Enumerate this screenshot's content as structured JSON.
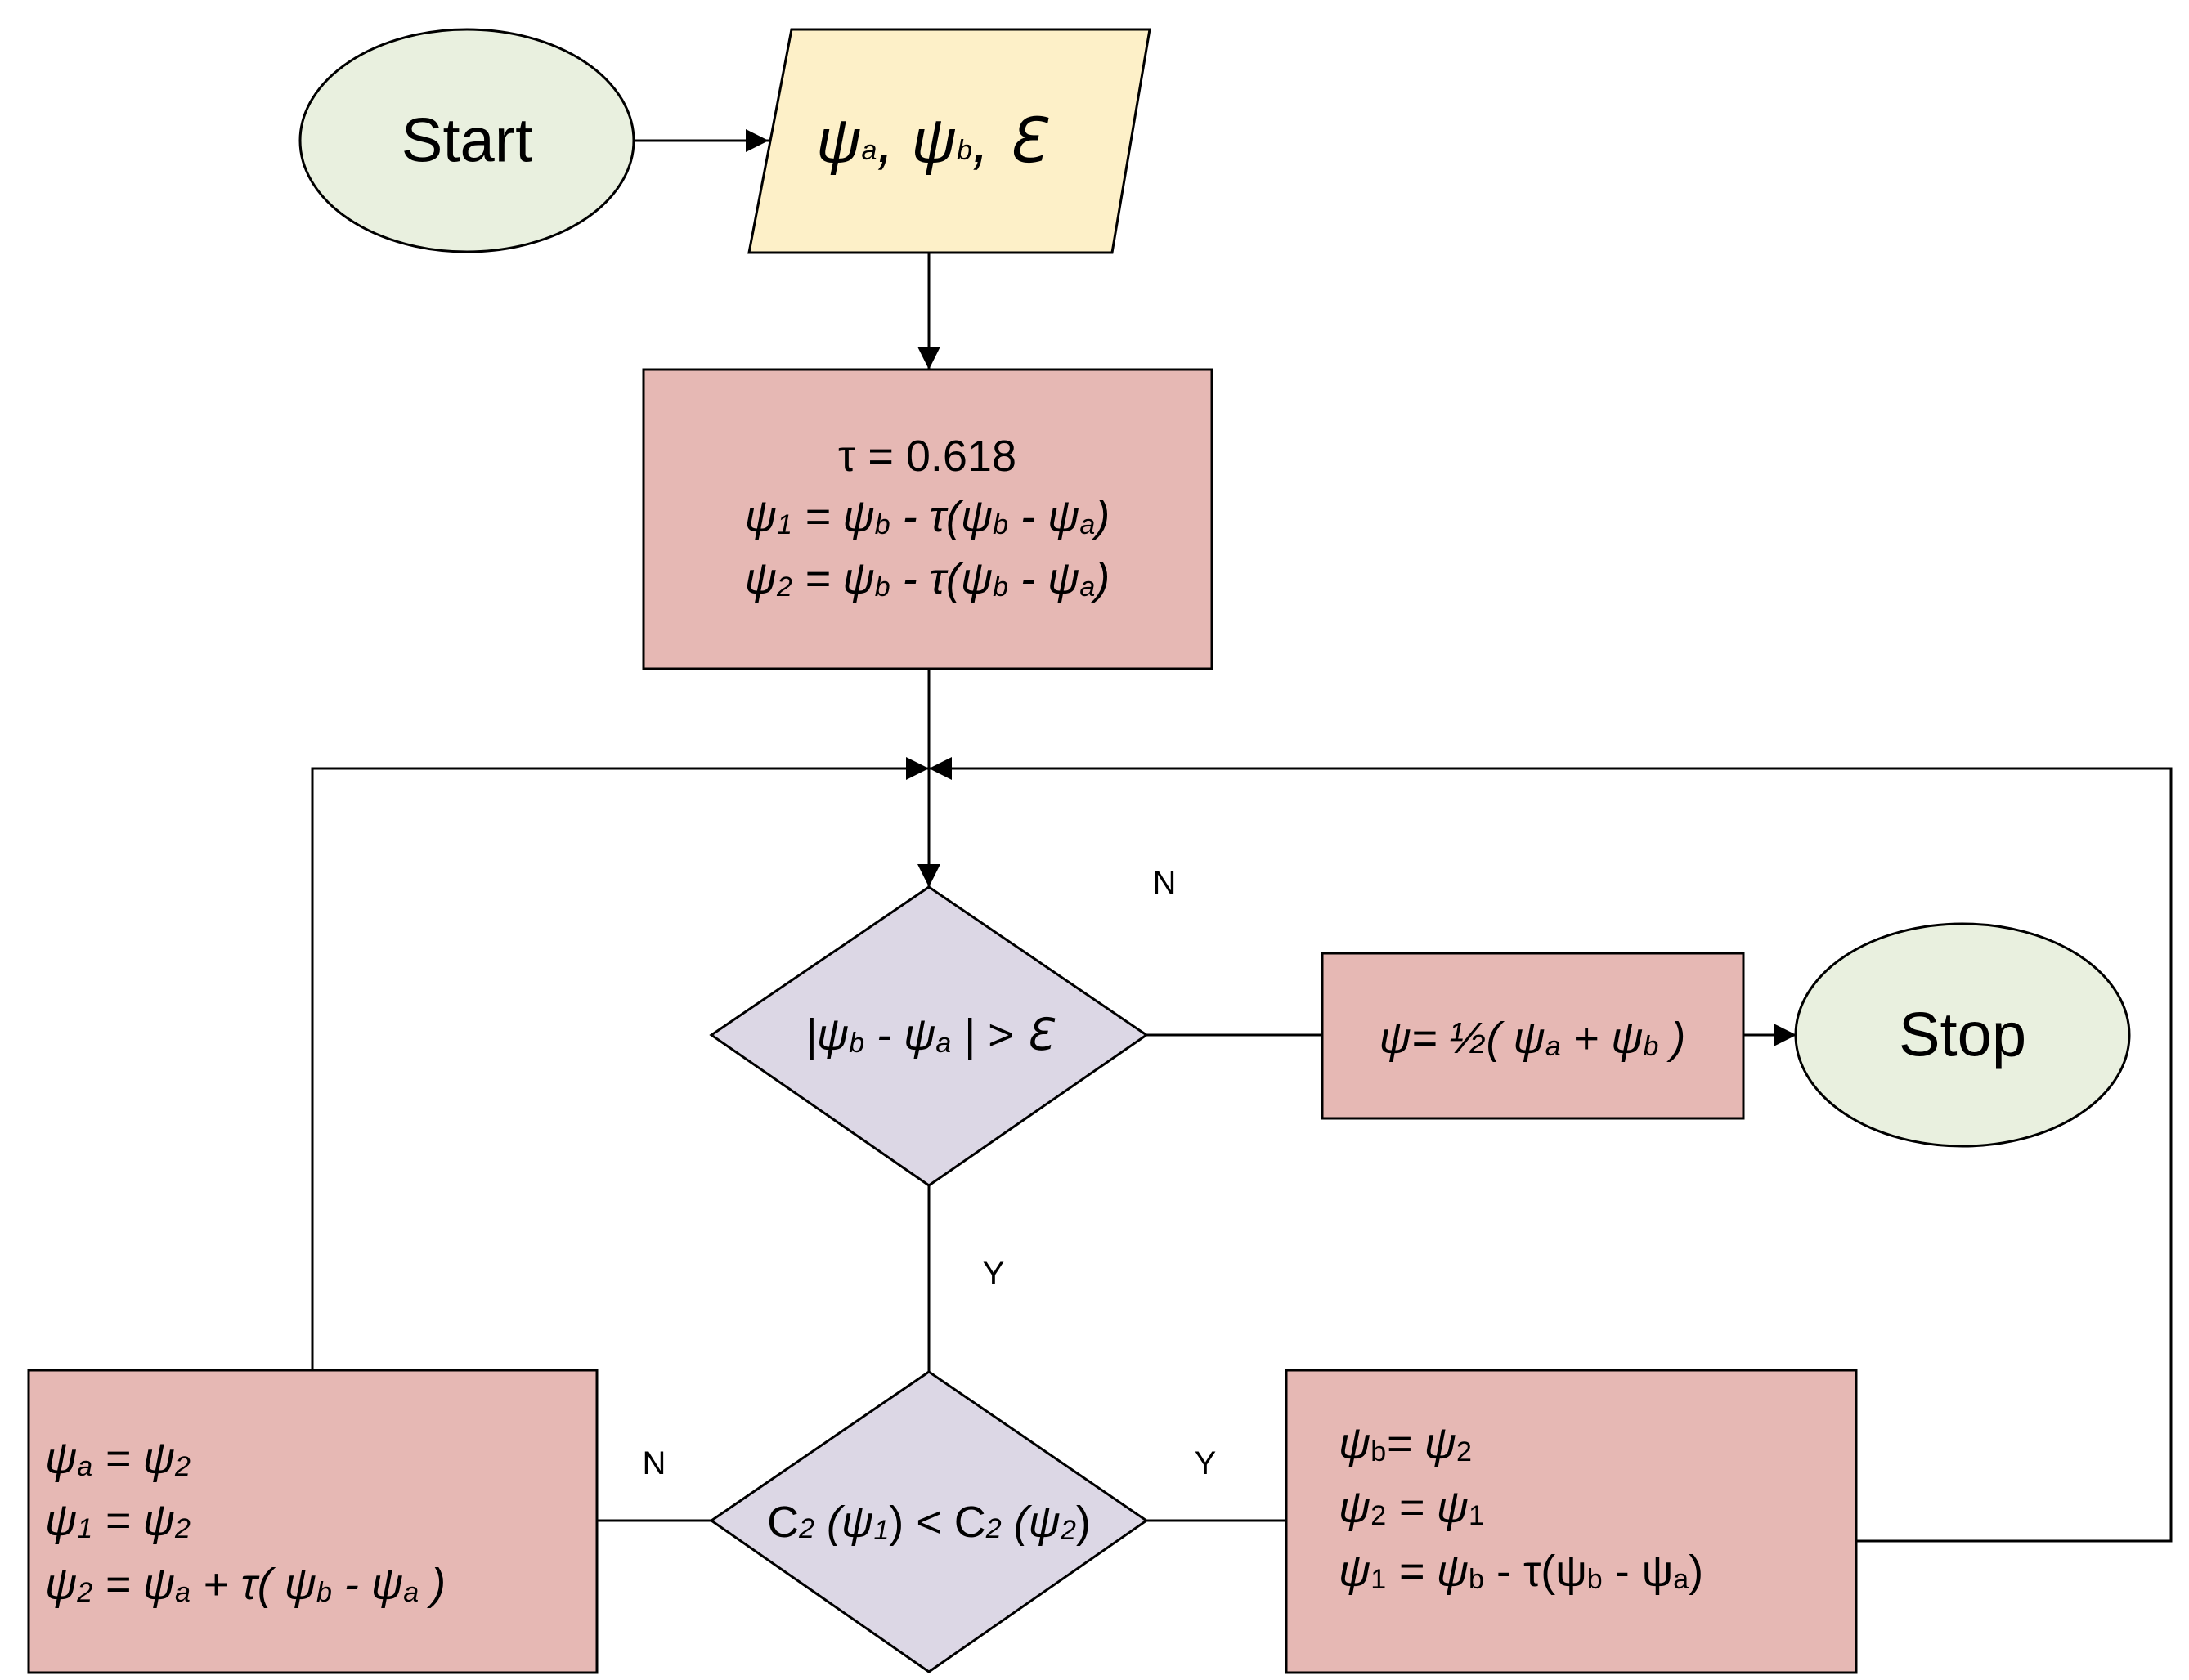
{
  "diagram": {
    "start": "Start",
    "input": {
      "psi": "ψ",
      "a": "a",
      "b": "b",
      "comma": ", ",
      "epsilon": "ℇ"
    },
    "init": {
      "line1": "τ = 0.618",
      "l2_psi1": "ψ",
      "l2_s1": "1",
      "l2_eq": " = ψ",
      "l2_sb": "b",
      "l2_mid": " - τ(ψ",
      "l2_sb2": "b",
      "l2_minus": " - ψ",
      "l2_sa": "a",
      "l2_close": ")",
      "l3_psi2": "ψ",
      "l3_s2": "2",
      "l3_eq": " = ψ",
      "l3_sb": "b",
      "l3_mid": " - τ(ψ",
      "l3_sb2": "b",
      "l3_minus": " - ψ",
      "l3_sa": "a",
      "l3_close": ")"
    },
    "decision1": {
      "open": "|ψ",
      "sb": "b",
      "mid": " - ψ",
      "sa": "a",
      "close": " | > ℇ"
    },
    "result": {
      "pre": "ψ= ½( ψ",
      "sa": "a",
      "plus": " + ψ",
      "sb": "b",
      "close": " )"
    },
    "stop": "Stop",
    "decision2": {
      "c1": "C",
      "s1": "2",
      "p1": "  (ψ",
      "s1b": "1",
      "lt": ") < C",
      "s2": "2",
      "p2": "  (ψ",
      "s2b": "2",
      "close": ")"
    },
    "left_box": {
      "l1a": "ψ",
      "l1s": "a",
      "l1b": " = ψ",
      "l1s2": "2",
      "l2a": "ψ",
      "l2s": "1",
      "l2b": " = ψ",
      "l2s2": "2",
      "l3a": "ψ",
      "l3s": "2",
      "l3b": " = ψ",
      "l3s2": "a",
      "l3c": " + τ( ψ",
      "l3s3": "b",
      "l3d": " - ψ",
      "l3s4": "a",
      "l3e": " )"
    },
    "right_box": {
      "l1a": "ψ",
      "l1s": "b",
      "l1b": "= ψ",
      "l1s2": "2",
      "l2a": "ψ",
      "l2s": "2",
      "l2b": " = ψ",
      "l2s2": "1",
      "l3a": "ψ",
      "l3s": "1",
      "l3b": " = ψ",
      "l3s2": "b",
      "l3c": " - τ(ψ",
      "l3s3": "b",
      "l3d": " - ψ",
      "l3s4": "a",
      "l3e": ")"
    },
    "labels": {
      "n_top": "N",
      "y_mid": "Y",
      "n_left": "N",
      "y_right": "Y"
    },
    "colors": {
      "terminal": "#e9f0df",
      "input": "#fdf0c8",
      "process": "#e6b8b4",
      "decision": "#dcd7e5",
      "stroke": "#000000"
    }
  }
}
